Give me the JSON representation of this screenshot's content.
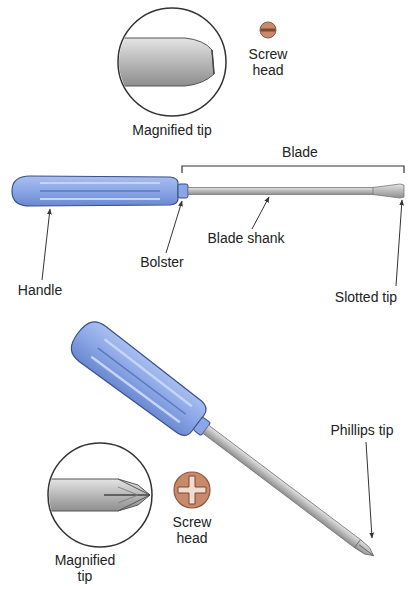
{
  "diagram": {
    "labels": [
      "Magnified tip",
      "Screw head",
      "Blade",
      "Blade shank",
      "Bolster",
      "Handle",
      "Slotted tip",
      "Phillips tip",
      "Magnified tip",
      "Screw head"
    ]
  }
}
